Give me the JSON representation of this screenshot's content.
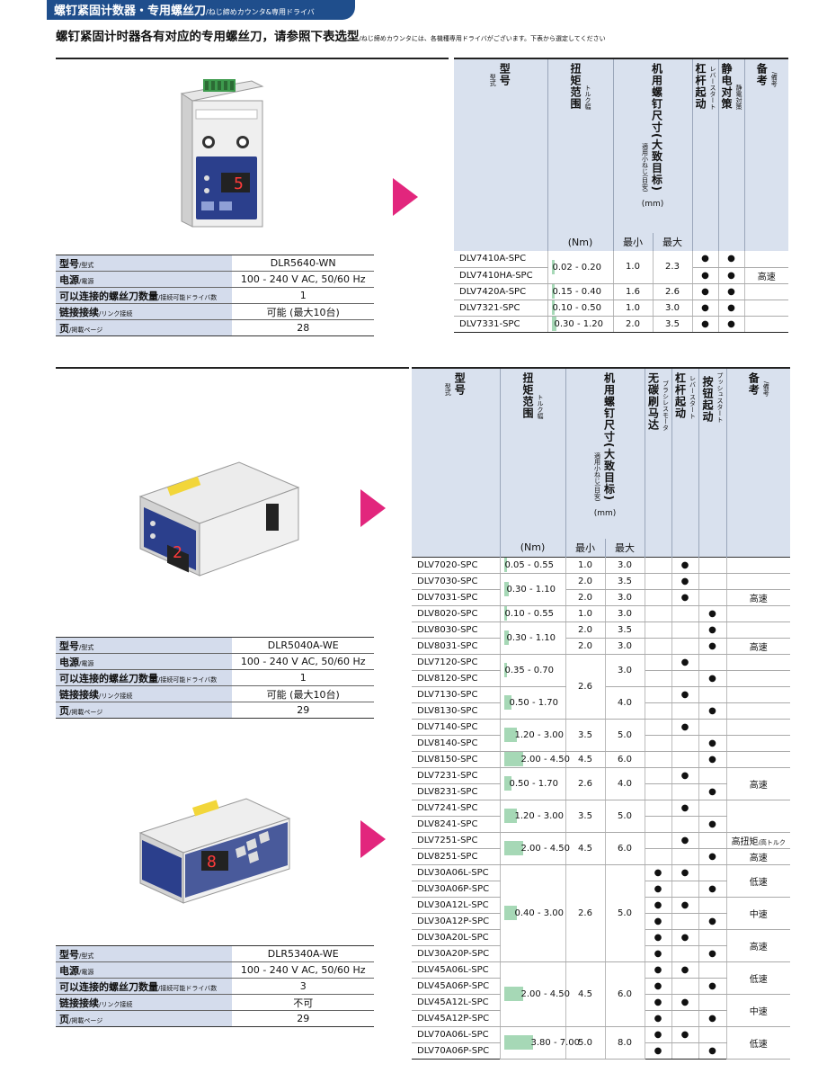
{
  "header": {
    "title": "螺钉紧固计数器・专用螺丝刀",
    "title_jp": "/ねじ締めカウンタ&専用ドライバ",
    "intro": "螺钉紧固计时器各有对应的专用螺丝刀，请参照下表选型",
    "intro_jp": "/ねじ締めカウンタには、各機種専用ドライバがございます。下表から選定してください"
  },
  "spec_labels": {
    "model": "型号",
    "model_jp": "/型式",
    "power": "电源",
    "power_jp": "/電源",
    "count": "可以连接的螺丝刀数量",
    "count_jp": "/接続可能ドライバ数",
    "link": "链接接续",
    "link_jp": "/リンク接続",
    "page": "页",
    "page_jp": "/掲載ページ"
  },
  "table_headers": {
    "model": "型号",
    "model_jp": "型式",
    "torque": "扭矩范围",
    "torque_jp": "トルク幅",
    "screw": "机用螺钉尺寸(大致目标)",
    "screw_jp": "適用小ねじ(目安)",
    "brushless": "无碳刷马达",
    "brushless_jp": "ブラシレスモータ",
    "lever": "杠杆起动",
    "lever_jp": "レバースタート",
    "push": "按钮起动",
    "push_jp": "プッシュスタート",
    "esd": "静电对策",
    "esd_jp": "静電対策",
    "remark": "备考",
    "remark_jp": "/備考",
    "unit_mm": "(mm)",
    "unit_nm": "(Nm)",
    "min": "最小",
    "max": "最大"
  },
  "sections": [
    {
      "spec": {
        "model": "DLR5640-WN",
        "power": "100 - 240 V AC, 50/60 Hz",
        "count": "1",
        "link": "可能 (最大10台)",
        "page": "28"
      },
      "rows": [
        {
          "model": "DLV7410A-SPC",
          "torque": "0.02 - 0.20",
          "tq_lo": 0.02,
          "tq_hi": 0.2,
          "min": "1.0",
          "max": "2.3",
          "lever": "●",
          "esd": "●",
          "remark": "",
          "span_rows": 2
        },
        {
          "model": "DLV7410HA-SPC",
          "lever": "●",
          "esd": "●",
          "remark": "高速"
        },
        {
          "model": "DLV7420A-SPC",
          "torque": "0.15 - 0.40",
          "tq_lo": 0.15,
          "tq_hi": 0.4,
          "min": "1.6",
          "max": "2.6",
          "lever": "●",
          "esd": "●",
          "remark": ""
        },
        {
          "model": "DLV7321-SPC",
          "torque": "0.10 - 0.50",
          "tq_lo": 0.1,
          "tq_hi": 0.5,
          "min": "1.0",
          "max": "3.0",
          "lever": "●",
          "esd": "●",
          "remark": ""
        },
        {
          "model": "DLV7331-SPC",
          "torque": "0.30 - 1.20",
          "tq_lo": 0.3,
          "tq_hi": 1.2,
          "min": "2.0",
          "max": "3.5",
          "lever": "●",
          "esd": "●",
          "remark": ""
        }
      ]
    },
    {
      "spec": {
        "model": "DLR5040A-WE",
        "power": "100 - 240 V AC, 50/60 Hz",
        "count": "1",
        "link": "可能 (最大10台)",
        "page": "29"
      },
      "rows": [
        {
          "model": "DLV7020-SPC",
          "torque": "0.05 - 0.55",
          "min": "1.0",
          "max": "3.0",
          "lever": "●"
        },
        {
          "model": "DLV7030-SPC",
          "torque": "0.30 - 1.10",
          "min": "2.0",
          "max": "3.5",
          "lever": "●"
        },
        {
          "model": "DLV7031-SPC",
          "min": "2.0",
          "max": "3.0",
          "lever": "●",
          "remark": "高速"
        },
        {
          "model": "DLV8020-SPC",
          "torque": "0.10 - 0.55",
          "min": "1.0",
          "max": "3.0",
          "push": "●"
        },
        {
          "model": "DLV8030-SPC",
          "torque": "0.30 - 1.10",
          "min": "2.0",
          "max": "3.5",
          "push": "●"
        },
        {
          "model": "DLV8031-SPC",
          "min": "2.0",
          "max": "3.0",
          "push": "●",
          "remark": "高速"
        },
        {
          "model": "DLV7120-SPC",
          "torque": "0.35 - 0.70",
          "min": "2.6",
          "max": "3.0",
          "lever": "●"
        },
        {
          "model": "DLV8120-SPC",
          "push": "●"
        },
        {
          "model": "DLV7130-SPC",
          "torque": "0.50 - 1.70",
          "max": "4.0",
          "lever": "●"
        },
        {
          "model": "DLV8130-SPC",
          "push": "●"
        },
        {
          "model": "DLV7140-SPC",
          "torque": "1.20 - 3.00",
          "min": "3.5",
          "max": "5.0",
          "lever": "●"
        },
        {
          "model": "DLV8140-SPC",
          "push": "●"
        },
        {
          "model": "DLV8150-SPC",
          "torque": "2.00 - 4.50",
          "min": "4.5",
          "max": "6.0",
          "push": "●"
        }
      ]
    },
    {
      "spec": {
        "model": "DLR5340A-WE",
        "power": "100 - 240 V AC, 50/60 Hz",
        "count": "3",
        "link": "不可",
        "page": "29"
      },
      "rows": [
        {
          "model": "DLV7231-SPC",
          "torque": "0.50 - 1.70",
          "min": "2.6",
          "max": "4.0",
          "lever": "●",
          "remark": "高速"
        },
        {
          "model": "DLV8231-SPC",
          "push": "●"
        },
        {
          "model": "DLV7241-SPC",
          "torque": "1.20 - 3.00",
          "min": "3.5",
          "max": "5.0",
          "lever": "●"
        },
        {
          "model": "DLV8241-SPC",
          "push": "●"
        },
        {
          "model": "DLV7251-SPC",
          "torque": "2.00 - 4.50",
          "min": "4.5",
          "max": "6.0",
          "lever": "●",
          "remark": "高扭矩",
          "remark_jp": "/高トルク"
        },
        {
          "model": "DLV8251-SPC",
          "push": "●",
          "remark": "高速"
        },
        {
          "model": "DLV30A06L-SPC",
          "torque": "0.40 - 3.00",
          "min": "2.6",
          "max": "5.0",
          "brushless": "●",
          "lever": "●",
          "remark": "低速"
        },
        {
          "model": "DLV30A06P-SPC",
          "brushless": "●",
          "push": "●"
        },
        {
          "model": "DLV30A12L-SPC",
          "brushless": "●",
          "lever": "●",
          "remark": "中速"
        },
        {
          "model": "DLV30A12P-SPC",
          "brushless": "●",
          "push": "●"
        },
        {
          "model": "DLV30A20L-SPC",
          "brushless": "●",
          "lever": "●",
          "remark": "高速"
        },
        {
          "model": "DLV30A20P-SPC",
          "brushless": "●",
          "push": "●"
        },
        {
          "model": "DLV45A06L-SPC",
          "torque": "2.00 - 4.50",
          "min": "4.5",
          "max": "6.0",
          "brushless": "●",
          "lever": "●",
          "remark": "低速"
        },
        {
          "model": "DLV45A06P-SPC",
          "brushless": "●",
          "push": "●"
        },
        {
          "model": "DLV45A12L-SPC",
          "brushless": "●",
          "lever": "●",
          "remark": "中速"
        },
        {
          "model": "DLV45A12P-SPC",
          "brushless": "●",
          "push": "●"
        },
        {
          "model": "DLV70A06L-SPC",
          "torque": "3.80 - 7.00",
          "min": "5.0",
          "max": "8.0",
          "brushless": "●",
          "lever": "●",
          "remark": "低速"
        },
        {
          "model": "DLV70A06P-SPC",
          "brushless": "●",
          "push": "●"
        }
      ]
    }
  ],
  "colors": {
    "header": "#1f4e8c",
    "arrow": "#e2267d",
    "spec_label_bg": "#d4dcec",
    "table_head_bg": "#d9e1ee",
    "torque_bar": "#a6d8b6"
  },
  "product_images": [
    "controller-wn-image",
    "controller-5040-image",
    "controller-5340-image"
  ]
}
